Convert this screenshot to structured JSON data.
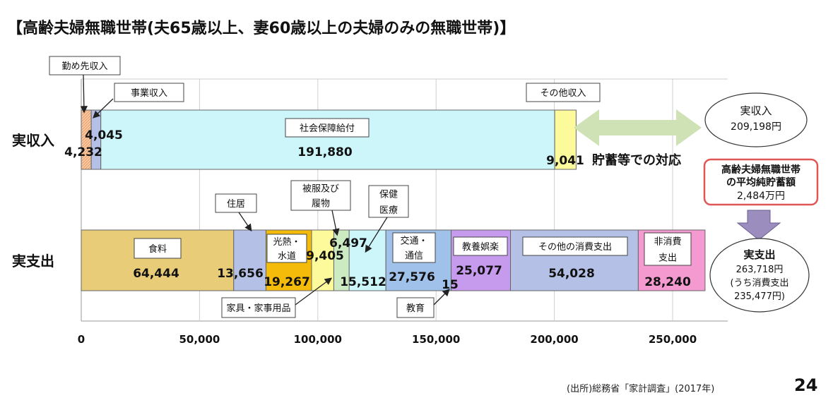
{
  "title": "【高齢夫婦無職世帯(夫65歳以上、妻60歳以上の夫婦のみの無職世帯)】",
  "source": "(出所)総務省「家計調査」(2017年)",
  "page_number": "24",
  "chart_data": {
    "type": "bar",
    "orientation": "horizontal-stacked",
    "xlim": [
      0,
      270000
    ],
    "xticks": [
      "0",
      "50,000",
      "100,000",
      "150,000",
      "200,000",
      "250,000"
    ],
    "xtick_values": [
      0,
      50000,
      100000,
      150000,
      200000,
      250000
    ],
    "grid": true,
    "rows": [
      {
        "label": "実収入",
        "segments": [
          {
            "name": "勤め先収入",
            "value": 4232,
            "label": "4,232",
            "color": "#f6c9a4"
          },
          {
            "name": "事業収入",
            "value": 4045,
            "label": "4,045",
            "color": "#b4c0e6"
          },
          {
            "name": "社会保障給付",
            "value": 191880,
            "label": "191,880",
            "color": "#ccf6fa"
          },
          {
            "name": "その他収入",
            "value": 9041,
            "label": "9,041",
            "color": "#fdfa9c"
          }
        ]
      },
      {
        "label": "実支出",
        "segments": [
          {
            "name": "食料",
            "value": 64444,
            "label": "64,444",
            "color": "#e8cc78"
          },
          {
            "name": "住居",
            "value": 13656,
            "label": "13,656",
            "color": "#b4c0e6"
          },
          {
            "name": "光熱・水道",
            "value": 19267,
            "label": "19,267",
            "color": "#f5bb0a"
          },
          {
            "name": "家具・家事用品",
            "value": 9405,
            "label": "9,405",
            "color": "#fdfa9c"
          },
          {
            "name": "被服及び履物",
            "value": 6497,
            "label": "6,497",
            "color": "#cdebc3"
          },
          {
            "name": "保健医療",
            "value": 15512,
            "label": "15,512",
            "color": "#ccf6fa"
          },
          {
            "name": "交通・通信",
            "value": 27576,
            "label": "27,576",
            "color": "#9fc1ea"
          },
          {
            "name": "教育",
            "value": 15,
            "label": "15",
            "color": "#9fc1ea"
          },
          {
            "name": "教養娯楽",
            "value": 25077,
            "label": "25,077",
            "color": "#c69bee"
          },
          {
            "name": "その他の消費支出",
            "value": 54028,
            "label": "54,028",
            "color": "#b4c0e6"
          },
          {
            "name": "非消費支出",
            "value": 28240,
            "label": "28,240",
            "color": "#f49ad0"
          }
        ]
      }
    ],
    "annotations": {
      "savings": "貯蓄等での対応",
      "income_total_title": "実収入",
      "income_total_value": "209,198円",
      "savings_box_line1": "高齢夫婦無職世帯",
      "savings_box_line2": "の平均純貯蓄額",
      "savings_box_line3": "2,484万円",
      "expense_total_title": "実支出",
      "expense_total_value": "263,718円",
      "consumption_line1": "(うち消費支出",
      "consumption_line2": "235,477円)"
    },
    "callouts": {
      "勤め先収入": "勤め先収入",
      "事業収入": "事業収入",
      "社会保障給付": "社会保障給付",
      "その他収入": "その他収入",
      "食料": "食料",
      "住居": "住居",
      "光熱_1": "光熱・",
      "光熱_2": "水道",
      "家具": "家具・家事用品",
      "被服_1": "被服及び",
      "被服_2": "履物",
      "保健_1": "保健",
      "保健_2": "医療",
      "交通_1": "交通・",
      "交通_2": "通信",
      "教育": "教育",
      "教養娯楽": "教養娯楽",
      "その他の消費支出": "その他の消費支出",
      "非消費_1": "非消費",
      "非消費_2": "支出"
    }
  }
}
